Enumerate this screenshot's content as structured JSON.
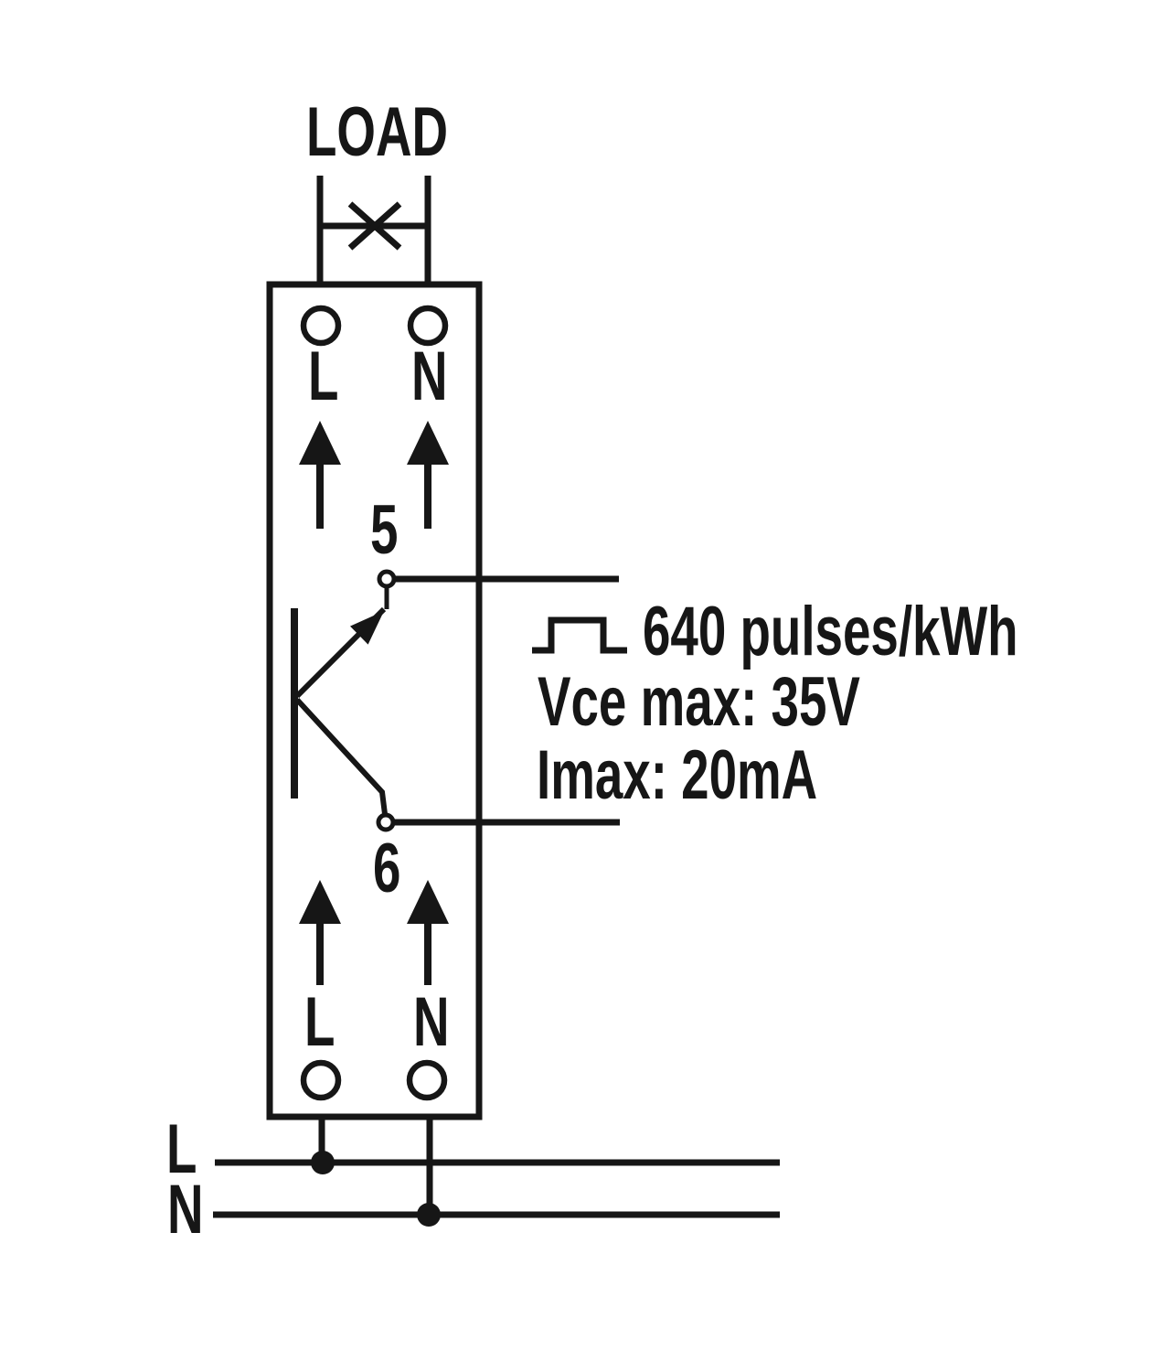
{
  "labels": {
    "load": "LOAD",
    "terminal_top_left": "L",
    "terminal_top_right": "N",
    "pulse_terminal_top": "5",
    "pulse_terminal_bottom": "6",
    "terminal_bottom_left": "L",
    "terminal_bottom_right": "N",
    "supply_line": "L",
    "supply_neutral": "N"
  },
  "pulse_output_specs": {
    "rate": "640 pulses/kWh",
    "vce_max": "Vce max: 35V",
    "i_max": "Imax: 20mA"
  },
  "colors": {
    "line": "#161616",
    "background": "#ffffff"
  }
}
